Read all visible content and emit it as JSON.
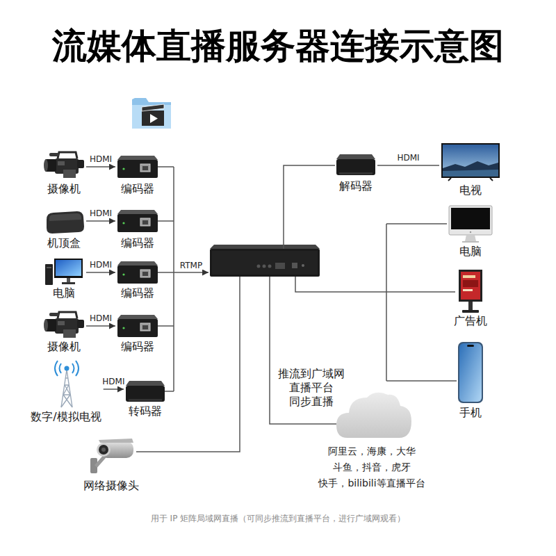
{
  "diagram": {
    "title": "流媒体直播服务器连接示意图",
    "caption": "用于 IP 矩阵局域网直播（可同步推流到直播平台，进行广域网观看）",
    "nodes": [
      {
        "text": [
          "摄像机"
        ]
      },
      {
        "text": [
          "编码器"
        ]
      },
      {
        "text": [
          "机顶盒"
        ]
      },
      {
        "text": [
          "编码器"
        ]
      },
      {
        "text": [
          "电脑"
        ]
      },
      {
        "text": [
          "编码器"
        ]
      },
      {
        "text": [
          "摄像机"
        ]
      },
      {
        "text": [
          "编码器"
        ]
      },
      {
        "text": [
          "数字/模拟电视"
        ]
      },
      {
        "text": [
          "转码器"
        ]
      },
      {
        "text": [
          "网络摄像头"
        ]
      },
      {
        "text": [
          "解码器"
        ]
      },
      {
        "text": [
          "电视"
        ]
      },
      {
        "text": [
          "电脑"
        ]
      },
      {
        "text": [
          "广告机"
        ]
      },
      {
        "text": [
          "手机"
        ]
      },
      {
        "text": [
          "阿里云，海康，大华 斗鱼，抖音，虎牙 快手，bilibili等直播平台"
        ]
      }
    ],
    "edges": [
      {
        "from": 0,
        "to": 1,
        "label": "HDMI",
        "arrow": "to"
      },
      {
        "from": 2,
        "to": 3,
        "label": "HDMI",
        "arrow": "to"
      },
      {
        "from": 4,
        "to": 5,
        "label": "HDMI",
        "arrow": "to"
      },
      {
        "from": 6,
        "to": 7,
        "label": "HDMI",
        "arrow": "to"
      },
      {
        "from": 8,
        "to": 9,
        "label": "HDMI",
        "arrow": "to"
      },
      {
        "from": 11,
        "to": 12,
        "label": "HDMI",
        "arrow": "none"
      }
    ],
    "labels": [
      "RTMP",
      "推流到广域网 直播平台 同步直播"
    ]
  }
}
